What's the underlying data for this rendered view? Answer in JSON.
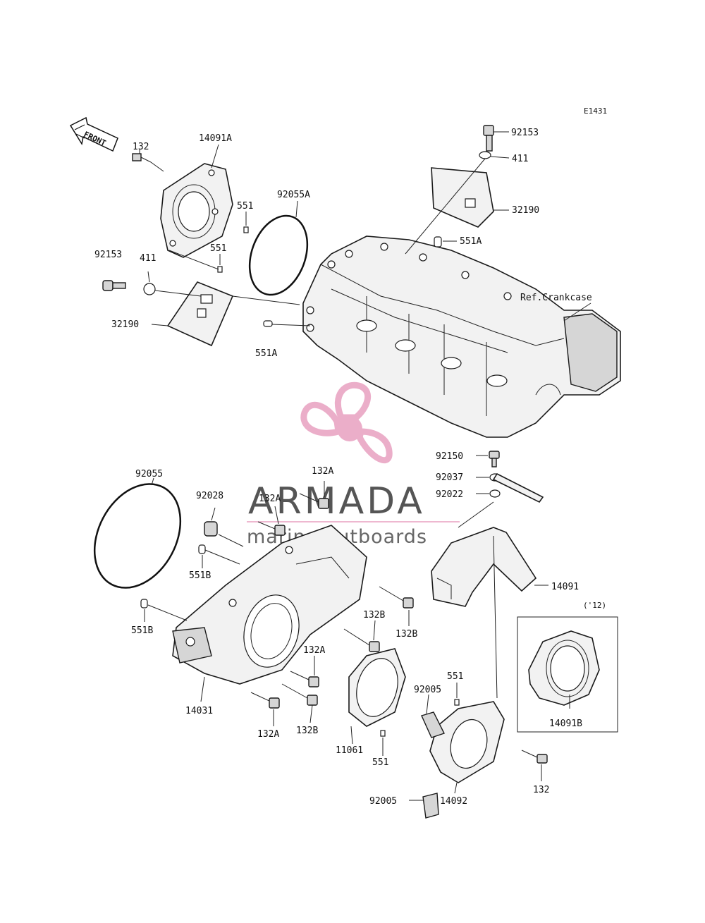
{
  "diagram_code": "E1431",
  "front_label": "FRONT",
  "watermark": {
    "brand": "ARMADA",
    "tagline": "marine outboards",
    "logo_color": "#e8a0c0"
  },
  "note_12": "('12)",
  "labels": {
    "p1": "132",
    "p2": "14091A",
    "p3": "92055A",
    "p4": "551",
    "p5": "551",
    "p6": "92153",
    "p7": "411",
    "p8": "32190",
    "p9": "551A",
    "p10": "92153",
    "p11": "411",
    "p12": "32190",
    "p13": "551A",
    "p14": "Ref.Crankcase",
    "p15": "92150",
    "p16": "92037",
    "p17": "92022",
    "p18": "92055",
    "p19": "92028",
    "p20": "132A",
    "p21": "132A",
    "p22": "551B",
    "p23": "551B",
    "p24": "132B",
    "p25": "132B",
    "p26": "14091",
    "p27": "132A",
    "p28": "14031",
    "p29": "132A",
    "p30": "132B",
    "p31": "92005",
    "p32": "551",
    "p33": "11061",
    "p34": "551",
    "p35": "14091B",
    "p36": "132",
    "p37": "92005",
    "p38": "14092"
  }
}
